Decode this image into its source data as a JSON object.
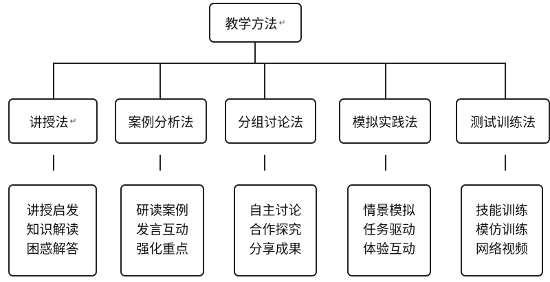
{
  "root": {
    "label": "教学方法",
    "mark": "↵"
  },
  "methods": [
    {
      "label": "讲授法",
      "mark": "↵"
    },
    {
      "label": "案例分析法",
      "mark": ""
    },
    {
      "label": "分组讨论法",
      "mark": ""
    },
    {
      "label": "模拟实践法",
      "mark": ""
    },
    {
      "label": "测试训练法",
      "mark": ""
    }
  ],
  "details": [
    {
      "lines": [
        "讲授启发",
        "知识解读",
        "困惑解答"
      ]
    },
    {
      "lines": [
        "研读案例",
        "发言互动",
        "强化重点"
      ]
    },
    {
      "lines": [
        "自主讨论",
        "合作探究",
        "分享成果"
      ]
    },
    {
      "lines": [
        "情景模拟",
        "任务驱动",
        "体验互动"
      ]
    },
    {
      "lines": [
        "技能训练",
        "模仿训练",
        "网络视频"
      ]
    }
  ]
}
